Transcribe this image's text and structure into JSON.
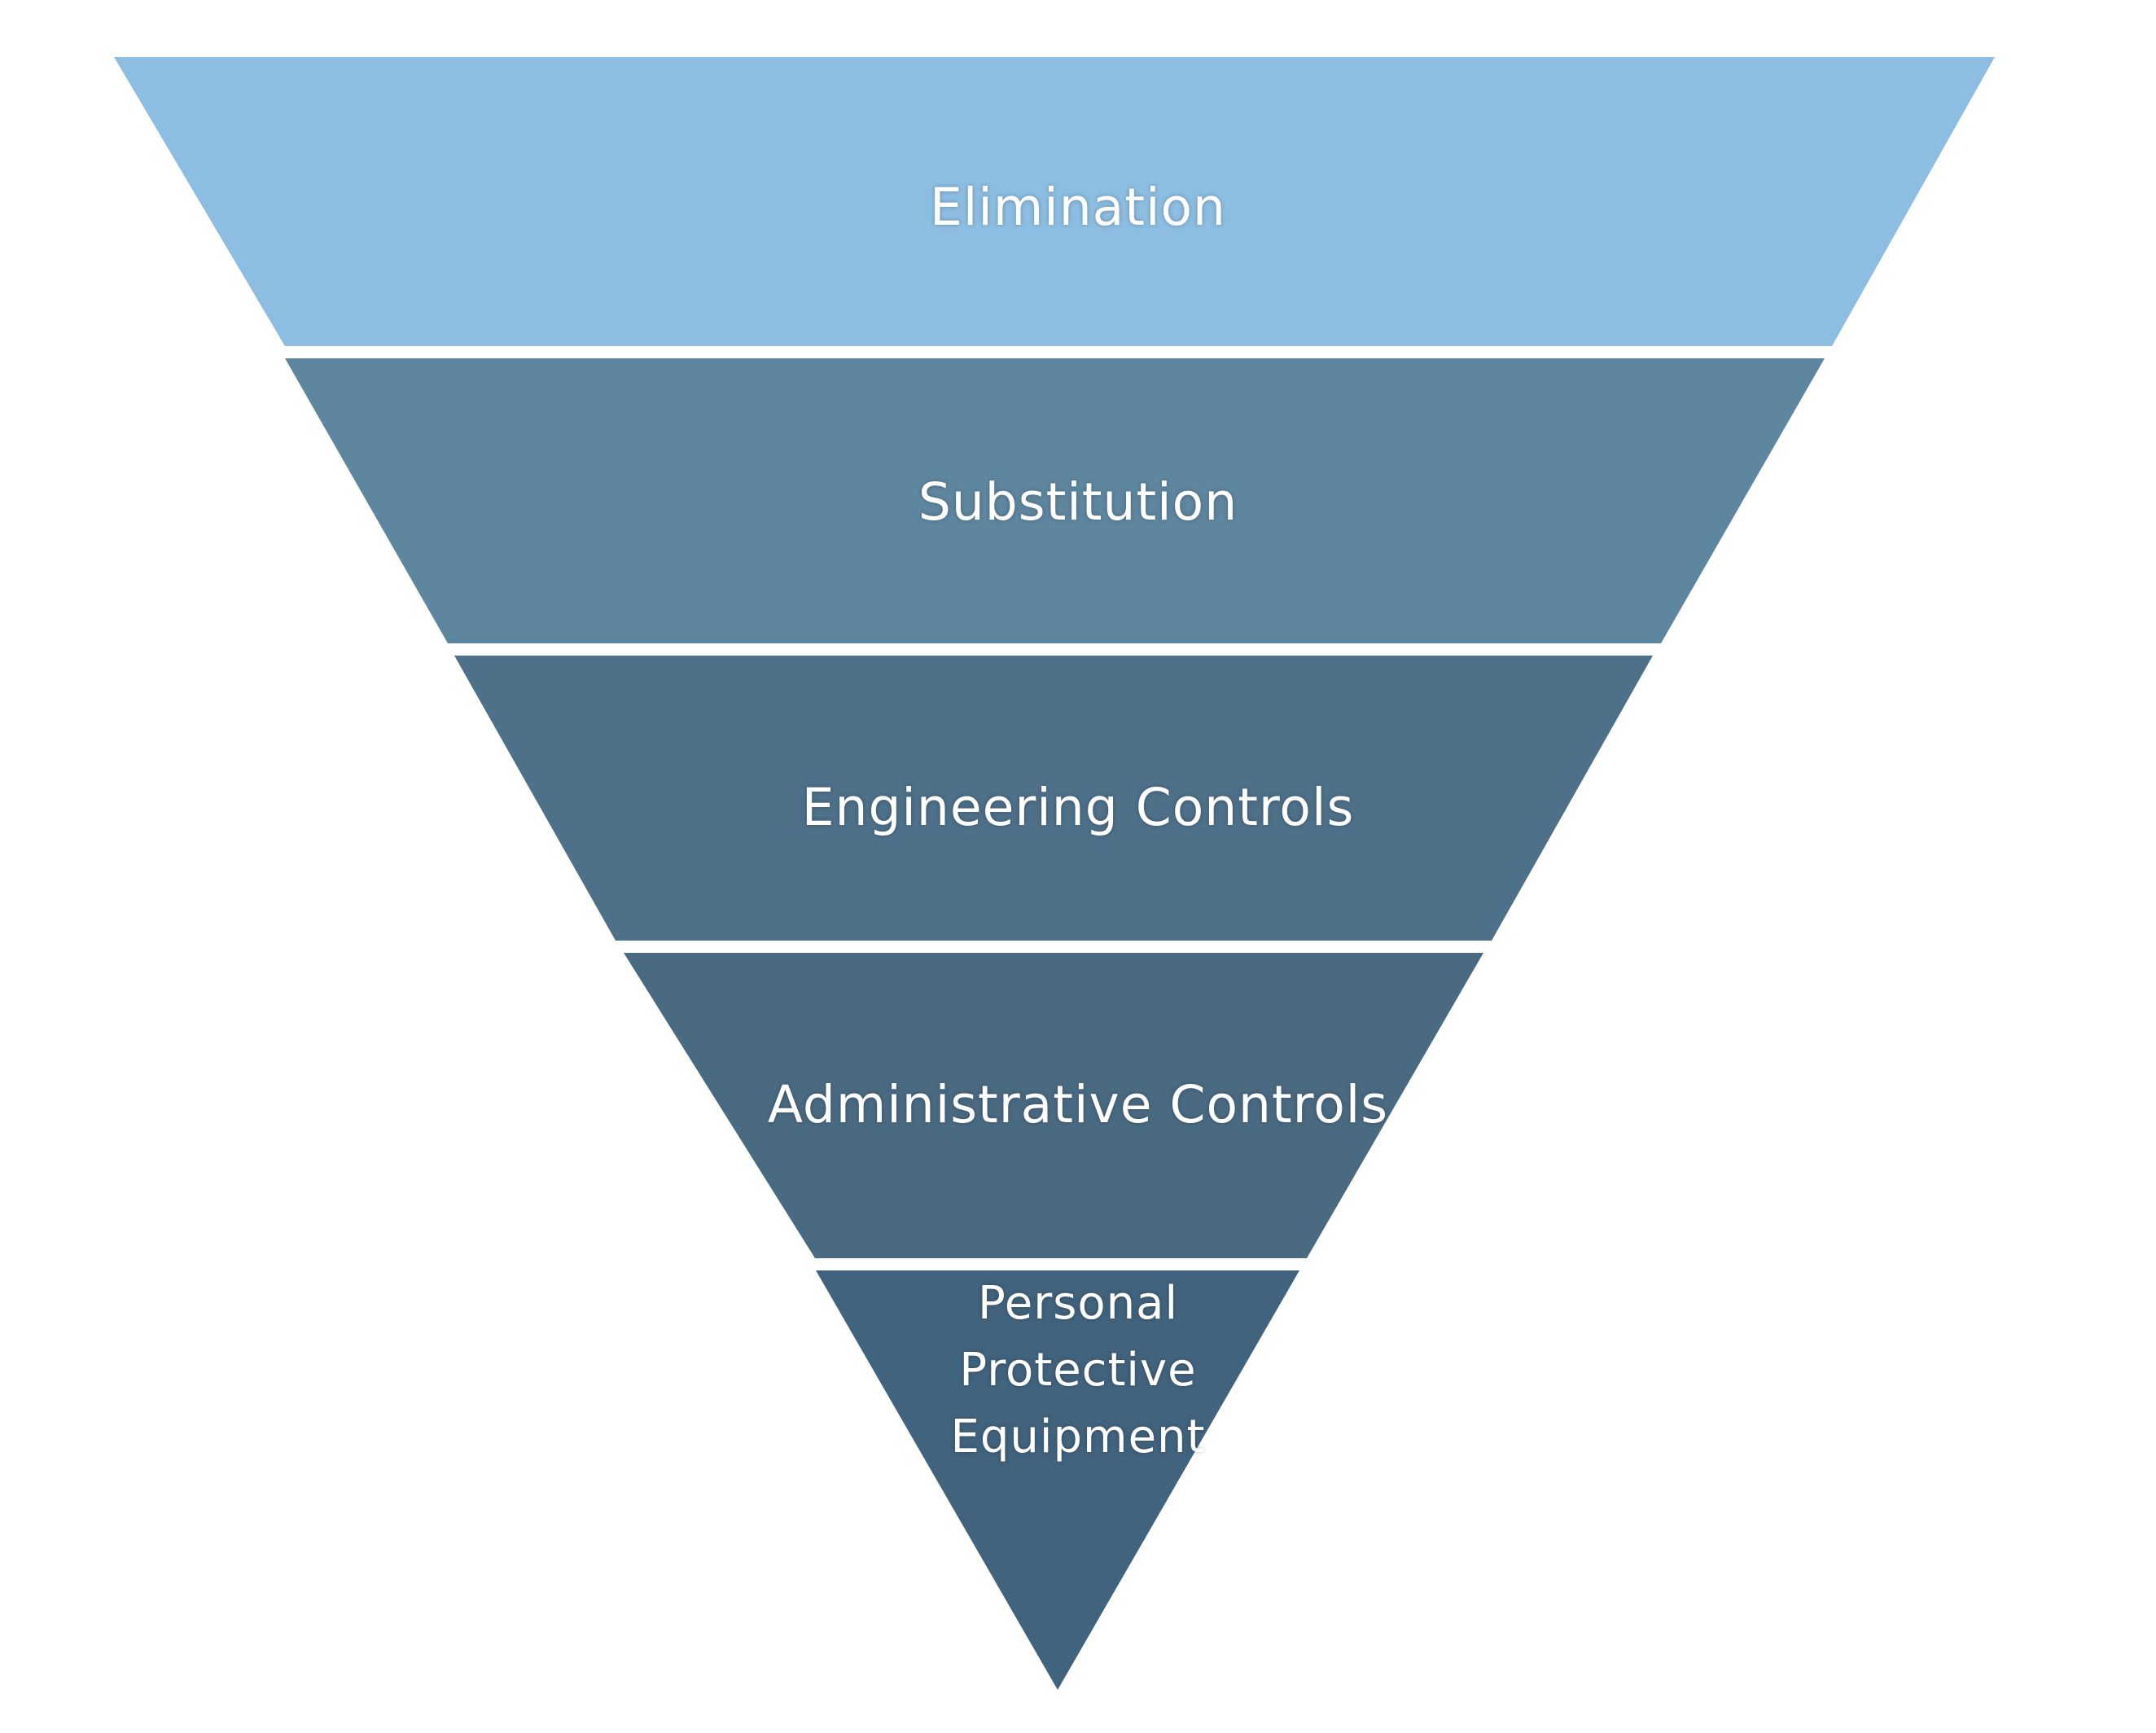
{
  "tiers": [
    {
      "label": "Elimination",
      "color": "#8dbde1"
    },
    {
      "label": "Substitution",
      "color": "#5f869f"
    },
    {
      "label": "Engineering Controls",
      "color": "#4e7089"
    },
    {
      "label": "Administrative Controls",
      "color": "#4a6a82"
    },
    {
      "label_lines": [
        "Personal",
        "Protective",
        "Equipment"
      ],
      "color": "#42637d"
    }
  ]
}
